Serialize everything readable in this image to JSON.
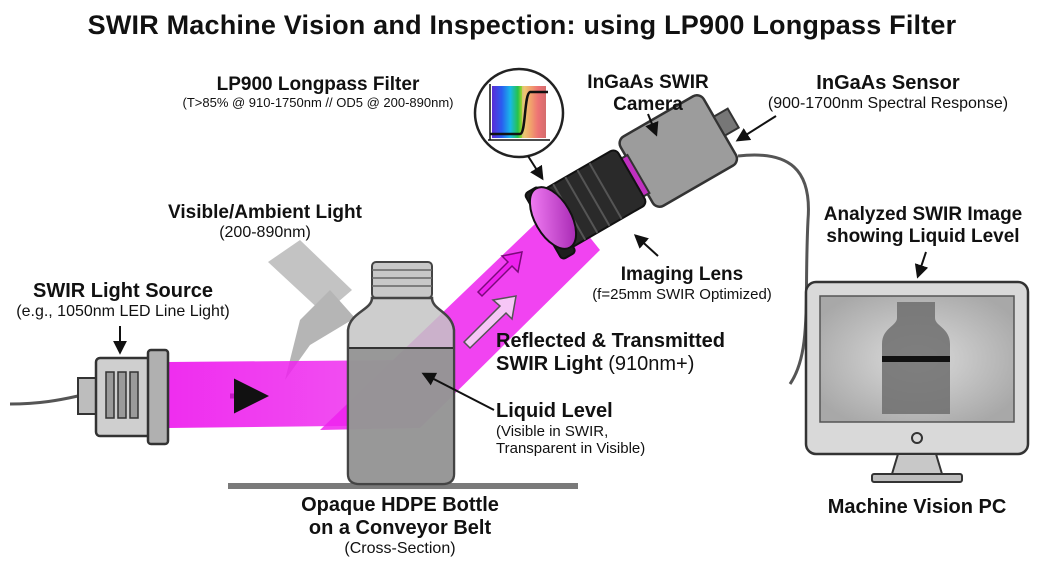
{
  "title": "SWIR Machine Vision and Inspection: using LP900 Longpass Filter",
  "labels": {
    "filter_title": "LP900 Longpass Filter",
    "filter_spec": "(T>85% @ 910-1750nm // OD5 @ 200-890nm)",
    "camera_title_1": "InGaAs SWIR",
    "camera_title_2": "Camera",
    "sensor_title": "InGaAs Sensor",
    "sensor_spec": "(900-1700nm Spectral Response)",
    "visible_title": "Visible/Ambient Light",
    "visible_spec": "(200-890nm)",
    "analyzed_1": "Analyzed SWIR Image",
    "analyzed_2": "showing Liquid Level",
    "source_title": "SWIR Light Source",
    "source_spec": "(e.g., 1050nm LED Line Light)",
    "lens_title": "Imaging Lens",
    "lens_spec": "(f=25mm SWIR Optimized)",
    "reflected_1": "Reflected & Transmitted",
    "reflected_2": "SWIR Light",
    "reflected_3": "(910nm+)",
    "liquid_title": "Liquid Level",
    "liquid_spec_1": "(Visible in SWIR,",
    "liquid_spec_2": "Transparent in Visible)",
    "bottle_1": "Opaque HDPE Bottle",
    "bottle_2": "on a Conveyor Belt",
    "bottle_3": "(Cross-Section)",
    "pc": "Machine Vision PC"
  },
  "colors": {
    "swir": "#ee22ee",
    "visible_light": "#b8b8b8",
    "bottle": "#bdbdbd",
    "liquid": "#8a8a8a",
    "monitor": "#d4d4d4",
    "camera": "#9a9a9a"
  },
  "icons": {
    "filter": "spectrum-transmission-icon",
    "light": "led-line-light-icon",
    "camera": "swir-camera-icon",
    "monitor": "monitor-icon"
  }
}
